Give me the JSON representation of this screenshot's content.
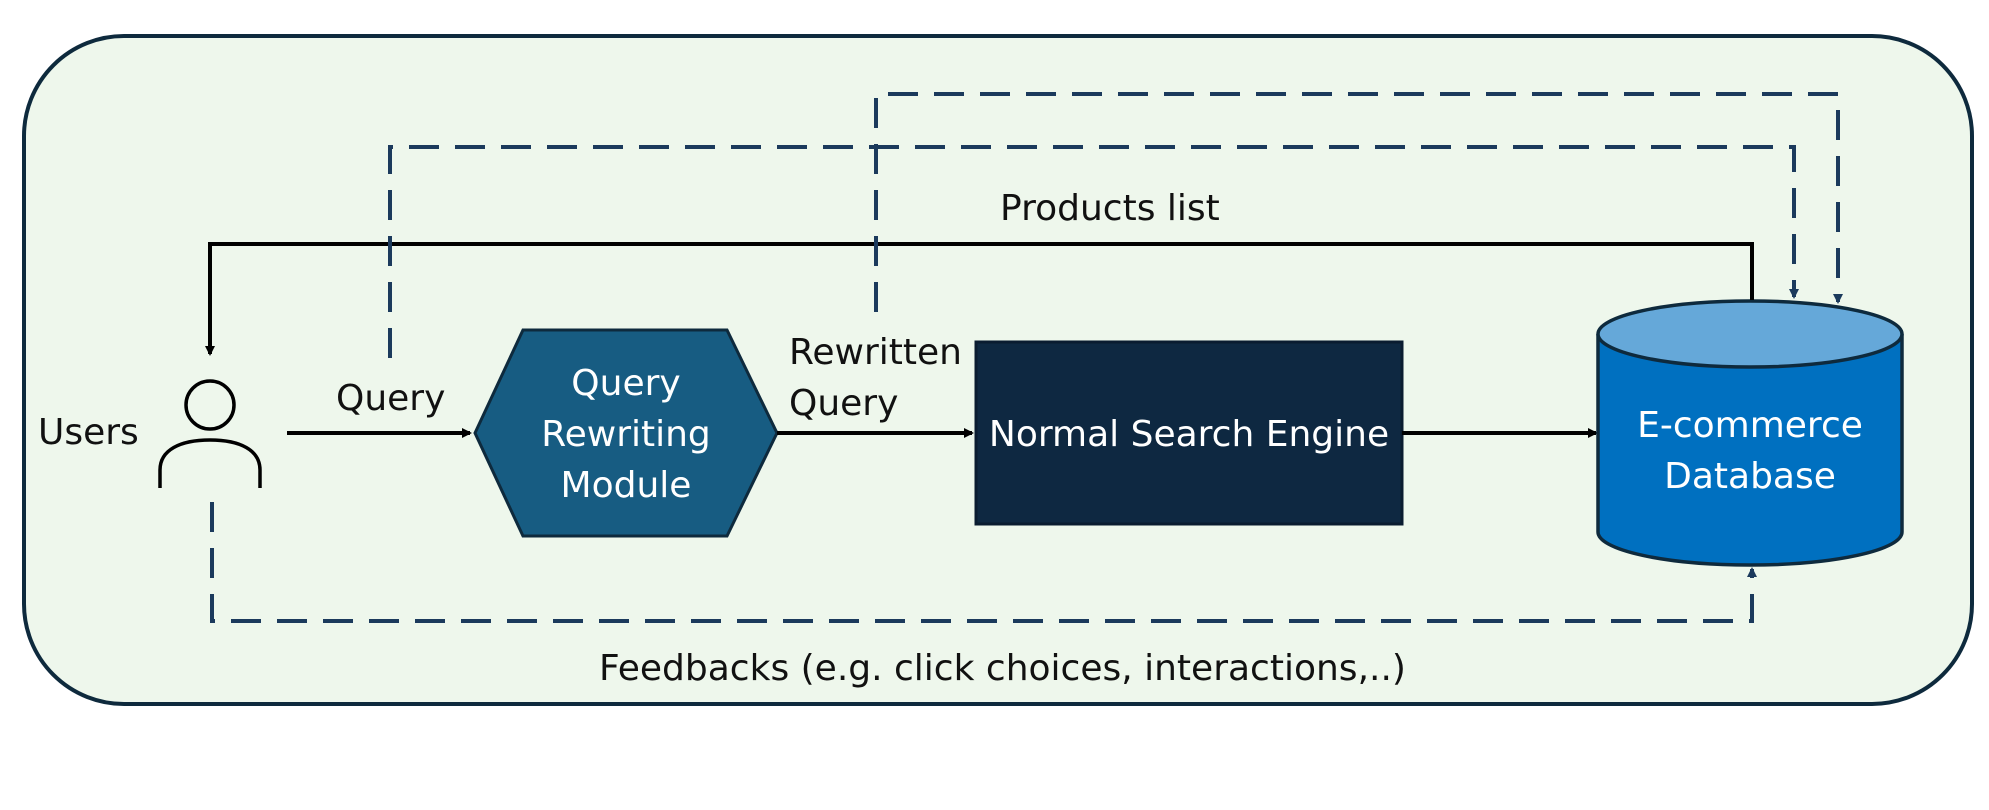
{
  "nodes": {
    "users": "Users",
    "query_rewriting": [
      "Query",
      "Rewriting",
      "Module"
    ],
    "search_engine": "Normal Search Engine",
    "database": [
      "E-commerce",
      "Database"
    ]
  },
  "edges": {
    "query": "Query",
    "rewritten_query": [
      "Rewritten",
      "Query"
    ],
    "products_list": "Products list",
    "feedbacks": "Feedbacks (e.g. click choices, interactions,..)"
  },
  "colors": {
    "background": "#eef7ec",
    "border": "#0e2a3d",
    "hexagon": "#175c82",
    "engine_box": "#0e2841",
    "database_body": "#0070c0",
    "database_top": "#65a8d9",
    "dashed_line": "#1b3a5c",
    "solid_line": "#000000"
  },
  "icons": {
    "users": "person-outline-icon"
  }
}
